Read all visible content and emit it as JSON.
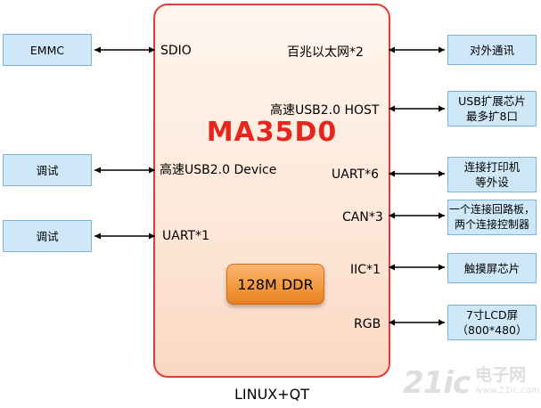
{
  "chip": {
    "title": "MA35D0",
    "os_label": "LINUX+QT",
    "memory": "128M DDR"
  },
  "left_interfaces": [
    {
      "label": "SDIO",
      "device": "EMMC"
    },
    {
      "label": "高速USB2.0 Device",
      "device": "调试"
    },
    {
      "label": "UART*1",
      "device": "调试"
    }
  ],
  "right_interfaces": [
    {
      "label": "百兆以太网*2",
      "device_lines": [
        "对外通讯"
      ]
    },
    {
      "label": "高速USB2.0 HOST",
      "device_lines": [
        "USB扩展芯片",
        "最多扩8口"
      ]
    },
    {
      "label": "UART*6",
      "device_lines": [
        "连接打印机",
        "等外设"
      ]
    },
    {
      "label": "CAN*3",
      "device_lines": [
        "一个连接回路板，",
        "两个连接控制器"
      ]
    },
    {
      "label": "IIC*1",
      "device_lines": [
        "触摸屏芯片"
      ]
    },
    {
      "label": "RGB",
      "device_lines": [
        "7寸LCD屏",
        "（800*480）"
      ]
    }
  ],
  "watermark": {
    "logo": "21ic",
    "name": "电子网",
    "url": "www.21ic.com"
  },
  "colors": {
    "chip_border": "#e23b3b",
    "chip_title": "#e8251c",
    "box_fill": "#cfe8f7",
    "box_border": "#7fb3d5",
    "ddr_fill": "#f49a3f"
  }
}
